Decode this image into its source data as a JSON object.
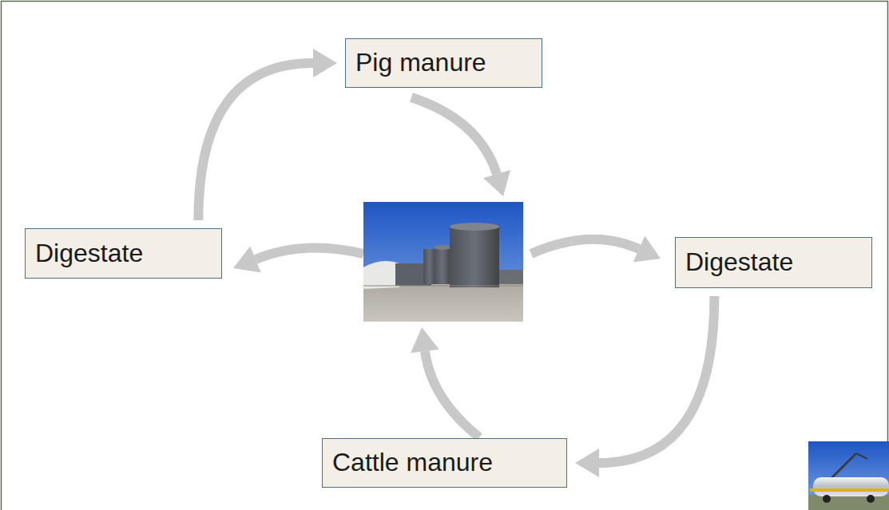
{
  "diagram": {
    "nodes": [
      {
        "text": [
          "Pig manure"
        ]
      },
      {
        "text": [
          "Digestate"
        ]
      },
      {
        "text": [
          "Digestate"
        ]
      },
      {
        "text": [
          "Cattle manure"
        ]
      }
    ],
    "edges": [
      {
        "from": 1,
        "to": 0,
        "arrow": "to"
      },
      {
        "from": 2,
        "to": 3,
        "arrow": "to"
      }
    ]
  }
}
